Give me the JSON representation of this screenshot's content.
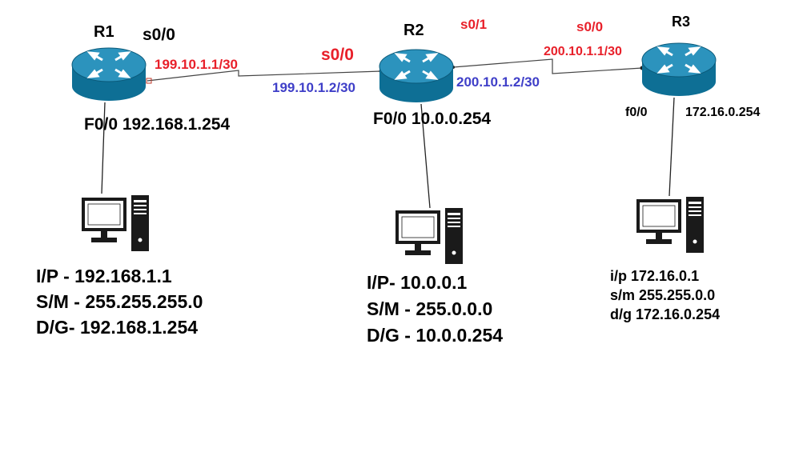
{
  "colors": {
    "router_body": "#0e6f95",
    "router_top": "#2c93bd",
    "red_label": "#e8202a",
    "blue_label": "#3f3fc8",
    "black_label": "#000000"
  },
  "routers": [
    {
      "name": "R1",
      "icon": "router-icon"
    },
    {
      "name": "R2",
      "icon": "router-icon"
    },
    {
      "name": "R3",
      "icon": "router-icon"
    }
  ],
  "interfaces": {
    "r1_s0": "s0/0",
    "r1_s0_ip": "199.10.1.1/30",
    "r1_f0": "F0/0 192.168.1.254",
    "r2_s0": "s0/0",
    "r2_s0_ip": "199.10.1.2/30",
    "r2_s1": "s0/1",
    "r2_s1_ip": "200.10.1.2/30",
    "r2_f0": "F0/0  10.0.0.254",
    "r3_s0": "s0/0",
    "r3_s0_ip": "200.10.1.1/30",
    "r3_f0": "f0/0",
    "r3_f0_ip": "172.16.0.254"
  },
  "hosts": [
    {
      "icon": "pc-icon",
      "ip": "I/P - 192.168.1.1",
      "mask": "S/M - 255.255.255.0",
      "gw": "D/G- 192.168.1.254"
    },
    {
      "icon": "pc-icon",
      "ip": "I/P- 10.0.0.1",
      "mask": "S/M - 255.0.0.0",
      "gw": "D/G - 10.0.0.254"
    },
    {
      "icon": "pc-icon",
      "ip": "i/p 172.16.0.1",
      "mask": "s/m 255.255.0.0",
      "gw": "d/g  172.16.0.254"
    }
  ]
}
